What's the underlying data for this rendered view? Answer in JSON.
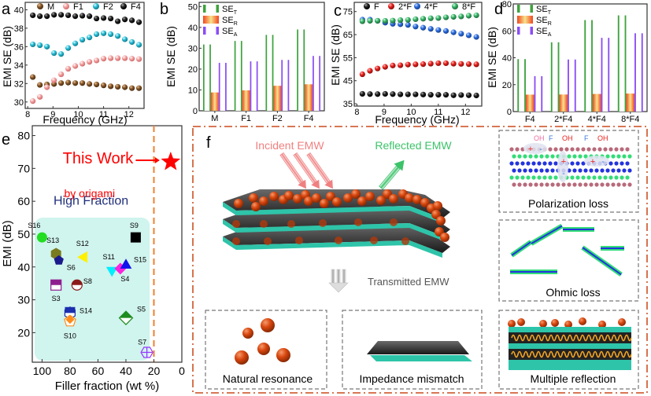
{
  "panels": {
    "a": {
      "label": "a",
      "chart_data": {
        "type": "scatter",
        "xlabel": "Frequency (GHz)",
        "ylabel": "EMI SE (dB)",
        "xlim": [
          7.9,
          12.6
        ],
        "ylim": [
          29.3,
          40.8
        ],
        "xticks": [
          8,
          9,
          10,
          11,
          12
        ],
        "yticks": [
          30,
          32,
          34,
          36,
          38,
          40
        ],
        "x": [
          8.2,
          8.48,
          8.76,
          9.04,
          9.32,
          9.6,
          9.88,
          10.16,
          10.44,
          10.72,
          11.0,
          11.28,
          11.56,
          11.84,
          12.12,
          12.4
        ],
        "legend": "top",
        "series": [
          {
            "name": "M",
            "color": "#8B5A2B",
            "values": [
              32.7,
              31.85,
              31.9,
              31.95,
              32.05,
              32.1,
              32.05,
              32.05,
              31.95,
              31.9,
              31.8,
              31.7,
              31.65,
              31.6,
              31.5,
              31.5
            ]
          },
          {
            "name": "F1",
            "color": "#F4A3A3",
            "values": [
              30.1,
              30.55,
              31.6,
              32.35,
              33.0,
              33.6,
              33.9,
              34.15,
              34.35,
              34.5,
              34.7,
              34.75,
              34.75,
              34.75,
              34.7,
              34.65
            ]
          },
          {
            "name": "F2",
            "color": "#2BBFD8",
            "values": [
              36.25,
              36.15,
              36.0,
              35.3,
              35.2,
              35.85,
              36.35,
              36.75,
              37.0,
              37.35,
              37.45,
              37.35,
              37.15,
              36.8,
              36.5,
              36.2
            ]
          },
          {
            "name": "F4",
            "color": "#111111",
            "values": [
              39.4,
              39.3,
              39.3,
              39.45,
              39.45,
              39.4,
              39.3,
              39.35,
              39.3,
              39.05,
              39.1,
              39.05,
              38.75,
              38.95,
              38.85,
              38.65
            ]
          }
        ]
      }
    },
    "b": {
      "label": "b",
      "chart_data": {
        "type": "bar",
        "ylabel": "EMI SE (dB)",
        "categories": [
          "M",
          "F1",
          "F2",
          "F4"
        ],
        "ylim": [
          0,
          52
        ],
        "yticks": [
          0,
          10,
          20,
          30,
          40,
          50
        ],
        "legend": "top-left",
        "series": [
          {
            "name": "SE_T",
            "label_main": "SE",
            "label_sub": "T",
            "color": "#3DA33D",
            "values": [
              31.8,
              33.5,
              36.4,
              39.0
            ]
          },
          {
            "name": "SE_R",
            "label_main": "SE",
            "label_sub": "R",
            "color": "#F2451F",
            "values": [
              8.8,
              9.8,
              12.0,
              12.7
            ]
          },
          {
            "name": "SE_A",
            "label_main": "SE",
            "label_sub": "A",
            "color": "#8B4DF5",
            "values": [
              23.0,
              23.7,
              24.4,
              26.3
            ]
          }
        ]
      }
    },
    "c": {
      "label": "c",
      "chart_data": {
        "type": "scatter",
        "xlabel": "Frequency (GHz)",
        "ylabel": "EMI SE (dB)",
        "xlim": [
          7.9,
          12.6
        ],
        "ylim": [
          34,
          79
        ],
        "xticks": [
          8,
          9,
          10,
          11,
          12
        ],
        "yticks": [
          35,
          45,
          55,
          65,
          75
        ],
        "x": [
          8.2,
          8.48,
          8.76,
          9.04,
          9.32,
          9.6,
          9.88,
          10.16,
          10.44,
          10.72,
          11.0,
          11.28,
          11.56,
          11.84,
          12.12,
          12.4
        ],
        "legend": "top",
        "series": [
          {
            "name": "F",
            "color": "#111111",
            "values": [
              39.3,
              39.2,
              39.2,
              39.3,
              39.2,
              39.1,
              39.1,
              39.1,
              39.0,
              38.9,
              38.9,
              38.9,
              38.7,
              38.8,
              38.7,
              38.6
            ]
          },
          {
            "name": "2*F",
            "color": "#E8231E",
            "values": [
              47.8,
              49.3,
              50.3,
              51.0,
              51.6,
              51.7,
              52.0,
              52.1,
              52.2,
              52.4,
              52.6,
              52.6,
              52.4,
              52.3,
              52.2,
              52.1
            ]
          },
          {
            "name": "4*F",
            "color": "#2F6FE0",
            "values": [
              71.5,
              71.5,
              71.0,
              70.2,
              69.7,
              69.5,
              69.2,
              68.5,
              68.0,
              67.5,
              67.0,
              66.6,
              66.0,
              65.4,
              64.7,
              64.0
            ]
          },
          {
            "name": "8*F",
            "color": "#3CB56B",
            "values": [
              70.8,
              71.0,
              71.0,
              71.0,
              71.1,
              71.3,
              71.4,
              71.7,
              71.9,
              72.1,
              72.2,
              72.5,
              72.7,
              72.9,
              73.2,
              73.4
            ]
          }
        ]
      }
    },
    "d": {
      "label": "d",
      "chart_data": {
        "type": "bar",
        "ylabel": "EMI SE (dB)",
        "categories": [
          "F4",
          "2*F4",
          "4*F4",
          "8*F4"
        ],
        "ylim": [
          0,
          80
        ],
        "yticks": [
          0,
          20,
          40,
          60,
          80
        ],
        "legend": "top-left",
        "series": [
          {
            "name": "SE_T",
            "label_main": "SE",
            "label_sub": "T",
            "color": "#3DA33D",
            "values": [
              39.0,
              51.5,
              68.0,
              71.5
            ]
          },
          {
            "name": "SE_R",
            "label_main": "SE",
            "label_sub": "R",
            "color": "#F2451F",
            "values": [
              12.6,
              12.7,
              13.1,
              13.4
            ]
          },
          {
            "name": "SE_A",
            "label_main": "SE",
            "label_sub": "A",
            "color": "#8B4DF5",
            "values": [
              26.3,
              38.7,
              54.8,
              58.2
            ]
          }
        ]
      }
    },
    "e": {
      "label": "e",
      "chart_data": {
        "type": "scatter",
        "xlabel": "Filler fraction (wt %)",
        "ylabel": "EMI (dB)",
        "xlim": [
          107,
          0
        ],
        "ylim": [
          11,
          83
        ],
        "xticks": [
          100,
          80,
          60,
          40,
          20,
          0
        ],
        "yticks": [
          20,
          30,
          40,
          50,
          60,
          70,
          80
        ],
        "threshold_x": 20,
        "region_label": "High Fraction",
        "this_work": {
          "label": "This Work",
          "sublabel": "by origami",
          "x": 8,
          "y": 72,
          "color": "#FF0000"
        },
        "points": [
          {
            "name": "S16",
            "x": 100,
            "y": 49,
            "shape": "circle",
            "color": "#22DD22"
          },
          {
            "name": "S9",
            "x": 33,
            "y": 49,
            "shape": "square",
            "color": "#000000"
          },
          {
            "name": "S13",
            "x": 90,
            "y": 44,
            "shape": "hexagon",
            "color": "#7A7A1E"
          },
          {
            "name": "S6",
            "x": 88,
            "y": 42,
            "shape": "pentagon",
            "color": "#1A1A8C"
          },
          {
            "name": "S12",
            "x": 70,
            "y": 43,
            "shape": "triangle-left",
            "color": "#FFF000"
          },
          {
            "name": "S11",
            "x": 50,
            "y": 39,
            "shape": "triangle-down",
            "color": "#00EEFF"
          },
          {
            "name": "S4",
            "x": 44,
            "y": 39.5,
            "shape": "diamond",
            "color": "#FF22DD"
          },
          {
            "name": "S15",
            "x": 40,
            "y": 40.5,
            "shape": "triangle-up",
            "color": "#1111EE"
          },
          {
            "name": "S3",
            "x": 90,
            "y": 34.5,
            "shape": "square-half",
            "color": "#8E1E8E"
          },
          {
            "name": "S8",
            "x": 75,
            "y": 34.5,
            "shape": "circle-half",
            "color": "#8B1A1A"
          },
          {
            "name": "S14",
            "x": 80,
            "y": 26,
            "shape": "hexagon-half",
            "color": "#1A2EAE"
          },
          {
            "name": "S10",
            "x": 80,
            "y": 23.5,
            "shape": "pentagon-half",
            "color": "#FF8C1A"
          },
          {
            "name": "S5",
            "x": 40,
            "y": 24.5,
            "shape": "diamond-half",
            "color": "#1E8C1E"
          },
          {
            "name": "S7",
            "x": 25,
            "y": 14,
            "shape": "hexagon-cross",
            "color": "#9933FF"
          }
        ]
      }
    },
    "f": {
      "label": "f",
      "incident": "Incident EMW",
      "reflected": "Reflected EMW",
      "transmitted": "Transmitted EMW",
      "boxes": {
        "polarization": "Polarization loss",
        "ohmic": "Ohmic loss",
        "natural": "Natural resonance",
        "impedance": "Impedance mismatch",
        "multiple": "Multiple reflection"
      },
      "groups": [
        "OH",
        "F",
        "OH",
        "F",
        "OH"
      ],
      "colors": {
        "incident": "#F08080",
        "reflected": "#3CC36A",
        "sheet": "#2EC4A9",
        "particle": "#D8460E",
        "frame": "#D2643C"
      }
    }
  }
}
